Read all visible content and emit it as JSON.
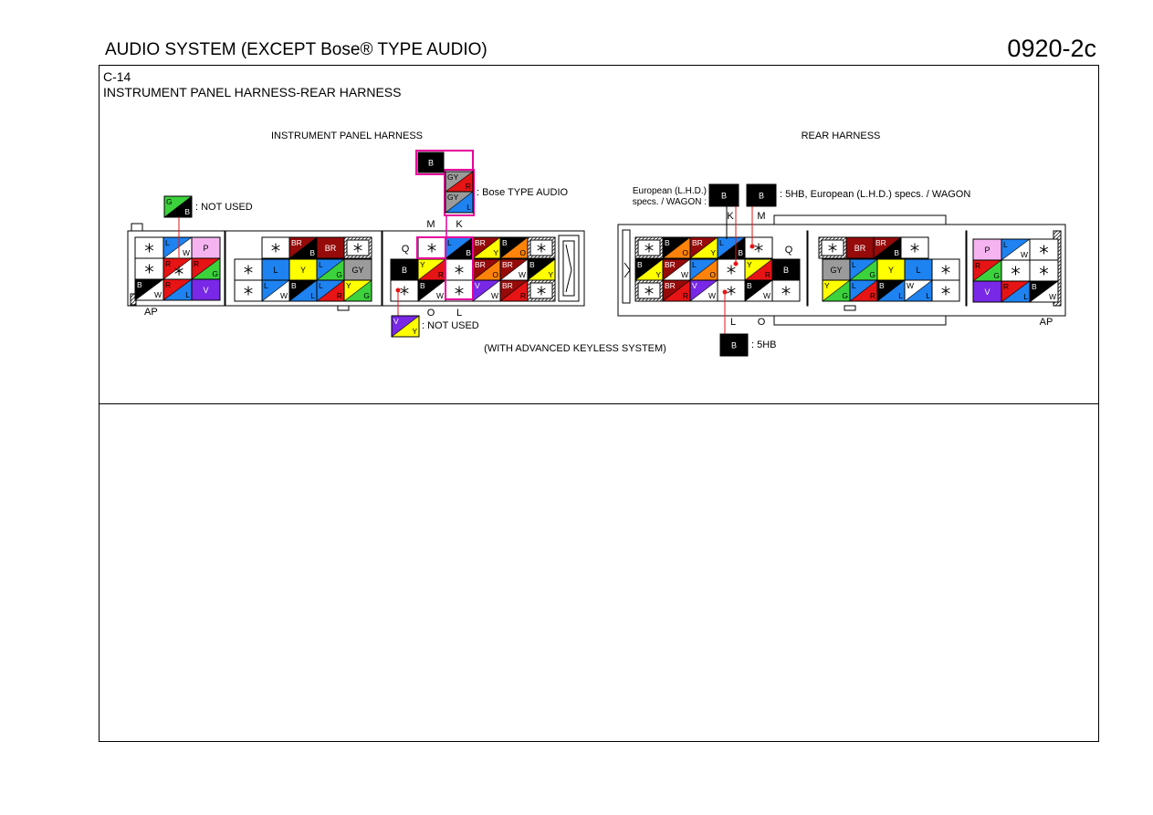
{
  "header": {
    "title": "AUDIO SYSTEM (EXCEPT Bose® TYPE AUDIO)",
    "code": "0920-2c"
  },
  "connector": {
    "id": "C-14",
    "name": "INSTRUMENT PANEL HARNESS-REAR HARNESS"
  },
  "left_heading": "INSTRUMENT PANEL HARNESS",
  "right_heading": "REAR HARNESS",
  "footnote": "(WITH ADVANCED KEYLESS SYSTEM)",
  "colors": {
    "B": "#000000",
    "W": "#ffffff",
    "L": "#1e82f0",
    "P": "#f5b4f0",
    "R": "#e61414",
    "G": "#3cd23c",
    "V": "#7828e6",
    "Y": "#ffff00",
    "BR": "#960a0a",
    "GY": "#9b9b9b",
    "O": "#ff820a",
    "highlight": "#e6009b",
    "dot": "#e61414"
  },
  "callouts": {
    "not_used_top": {
      "text": ": NOT USED",
      "a": "G",
      "b": "B"
    },
    "bose": {
      "text": ": Bose TYPE AUDIO",
      "top": "B",
      "w1a": "GY",
      "w1b": "R",
      "w2a": "GY",
      "w2b": "L"
    },
    "not_used_bottom": {
      "text": ": NOT USED",
      "a": "V",
      "b": "Y"
    },
    "european": {
      "line1": "European (L.H.D.)",
      "line2": "specs. / WAGON :",
      "wire": "B"
    },
    "fivehb_euro": {
      "text": ": 5HB, European (L.H.D.) specs. / WAGON",
      "wire": "B"
    },
    "fivehb": {
      "text": ": 5HB",
      "wire": "B"
    }
  },
  "pin_labels": {
    "M": "M",
    "K": "K",
    "Q": "Q",
    "O": "O",
    "L": "L",
    "AP": "AP"
  },
  "left_connector": {
    "block_a": [
      [
        "*",
        "L/W",
        "P"
      ],
      [
        "*",
        "R/*",
        "R/G"
      ],
      [
        "B/W",
        "R/L",
        "V"
      ]
    ],
    "block_b": [
      [
        "*",
        "BR/B",
        "BR",
        "*x"
      ],
      [
        "*",
        "L",
        "Y",
        "L/G",
        "GY"
      ],
      [
        "*",
        "L/W",
        "B/L",
        "L/R",
        "Y/G"
      ]
    ],
    "block_c": [
      [
        "*",
        "L/B",
        "BR/Y",
        "B/O",
        "*x"
      ],
      [
        "B",
        "Y/R",
        "*",
        "BR/O",
        "BR/W",
        "B/Y"
      ],
      [
        "*",
        "B/W",
        "*",
        "V/W",
        "BR/R",
        "*x"
      ]
    ]
  },
  "right_connector": {
    "block_a": [
      [
        "*x",
        "B/O",
        "BR/Y",
        "L/B",
        "*"
      ],
      [
        "B/Y",
        "BR/W",
        "L/O",
        "*",
        "Y/R",
        "B"
      ],
      [
        "*x",
        "BR/R",
        "V/W",
        "*",
        "B/W",
        "*"
      ]
    ],
    "block_b": [
      [
        "*x",
        "BR",
        "BR/B",
        "*"
      ],
      [
        "GY",
        "L/G",
        "Y",
        "L",
        "*"
      ],
      [
        "Y/G",
        "L/R",
        "B/L",
        "W/L",
        "*"
      ]
    ],
    "block_c": [
      [
        "P",
        "L/W",
        "*"
      ],
      [
        "R/G",
        "*",
        "*"
      ],
      [
        "V",
        "R/L",
        "B/W"
      ]
    ]
  }
}
